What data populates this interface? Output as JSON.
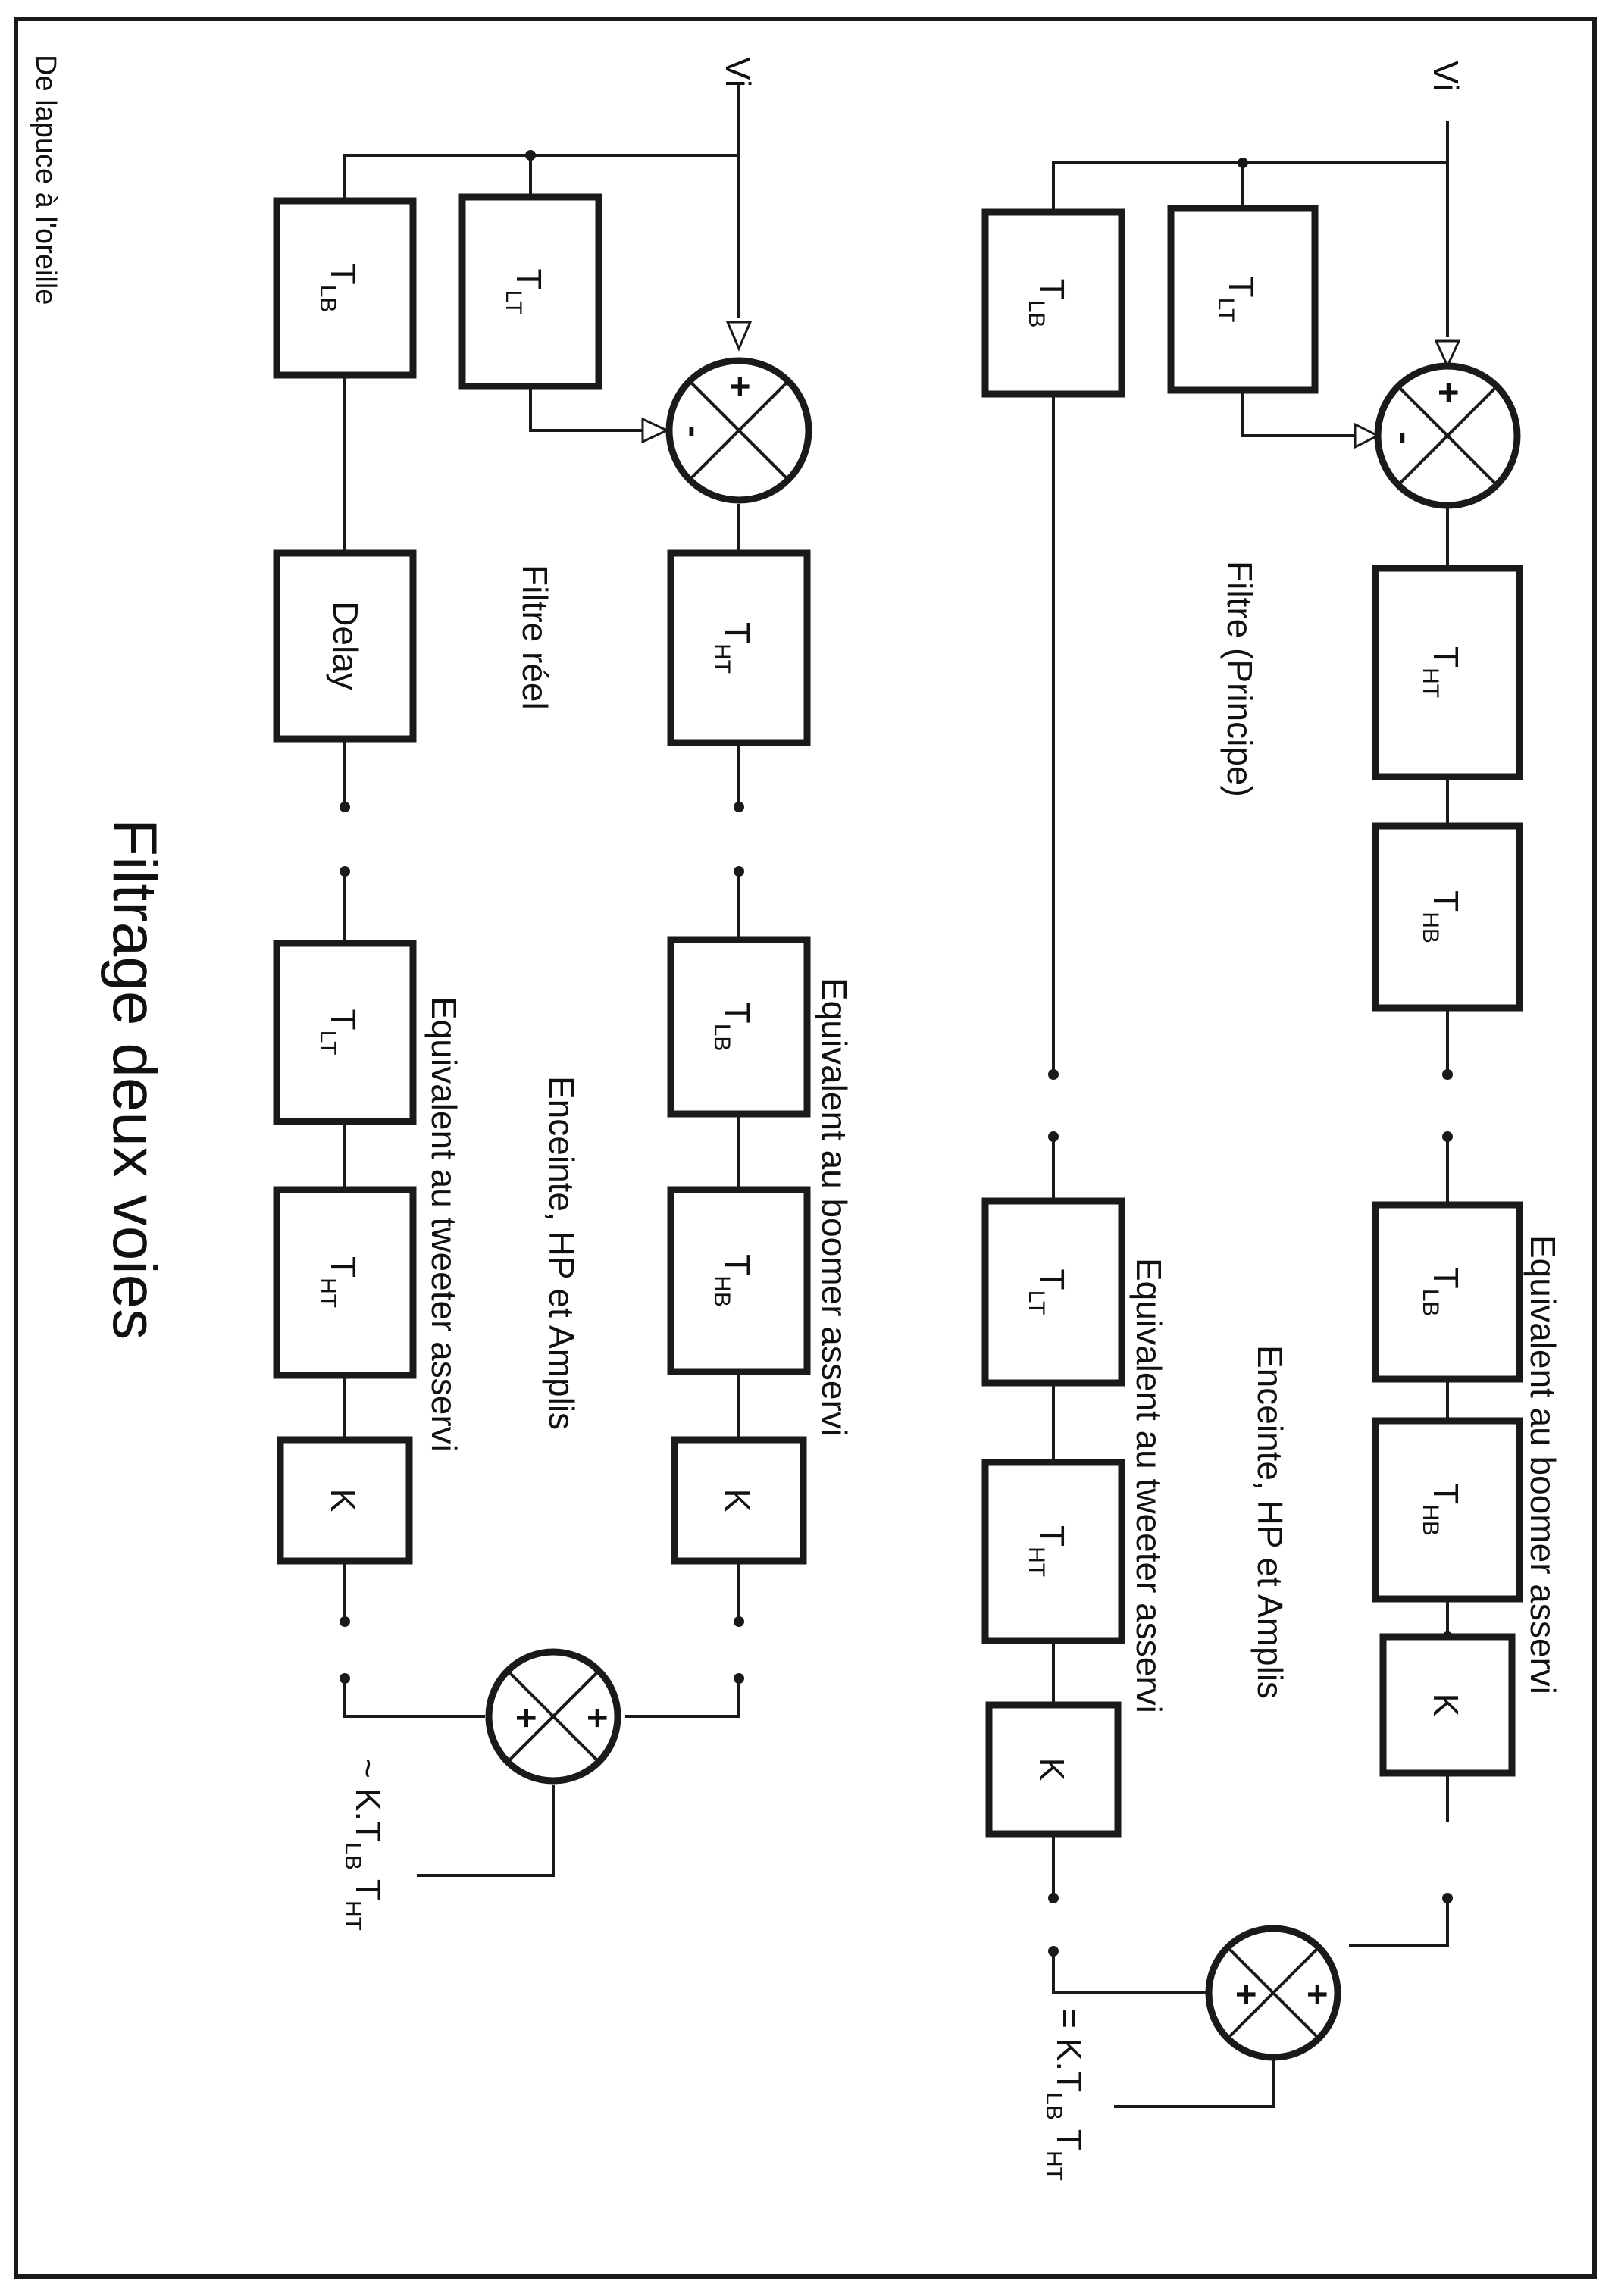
{
  "credit": "De lapuce à l'oreille",
  "title": "Filtrage deux voies",
  "top": {
    "section_label": "Filtre (Principe)",
    "input_label": "Vi",
    "enclosure_label": "Enceinte, HP et Amplis",
    "boomer_label": "Equivalent au boomer asservi",
    "tweeter_label": "Equivalent au tweeter asservi",
    "output": {
      "prefix": "= K.T",
      "sub1": "LB",
      "mid": " T",
      "sub2": "HT"
    },
    "blocks": {
      "tlb": {
        "main": "T",
        "sub": "LB"
      },
      "tlt": {
        "main": "T",
        "sub": "LT"
      },
      "tht": {
        "main": "T",
        "sub": "HT"
      },
      "thb": {
        "main": "T",
        "sub": "HB"
      },
      "boomer_tlb": {
        "main": "T",
        "sub": "LB"
      },
      "boomer_thb": {
        "main": "T",
        "sub": "HB"
      },
      "boomer_k": {
        "main": "K"
      },
      "tweeter_tlt": {
        "main": "T",
        "sub": "LT"
      },
      "tweeter_tht": {
        "main": "T",
        "sub": "HT"
      },
      "tweeter_k": {
        "main": "K"
      }
    },
    "sum1_signs": {
      "plus": "+",
      "minus": "-"
    },
    "sum2_signs": {
      "a": "+",
      "b": "+"
    }
  },
  "bottom": {
    "section_label": "Filtre réel",
    "input_label": "Vi",
    "enclosure_label": "Enceinte, HP et Amplis",
    "boomer_label": "Equivalent au boomer asservi",
    "tweeter_label": "Equivalent au tweeter asservi",
    "output": {
      "prefix": "~ K.T",
      "sub1": "LB",
      "mid": " T",
      "sub2": "HT"
    },
    "blocks": {
      "tlb": {
        "main": "T",
        "sub": "LB"
      },
      "tlt": {
        "main": "T",
        "sub": "LT"
      },
      "tht": {
        "main": "T",
        "sub": "HT"
      },
      "delay": {
        "main": "Delay"
      },
      "boomer_tlb": {
        "main": "T",
        "sub": "LB"
      },
      "boomer_thb": {
        "main": "T",
        "sub": "HB"
      },
      "boomer_k": {
        "main": "K"
      },
      "tweeter_tlt": {
        "main": "T",
        "sub": "LT"
      },
      "tweeter_tht": {
        "main": "T",
        "sub": "HT"
      },
      "tweeter_k": {
        "main": "K"
      }
    },
    "sum1_signs": {
      "plus": "+",
      "minus": "-"
    },
    "sum2_signs": {
      "a": "+",
      "b": "+"
    }
  }
}
